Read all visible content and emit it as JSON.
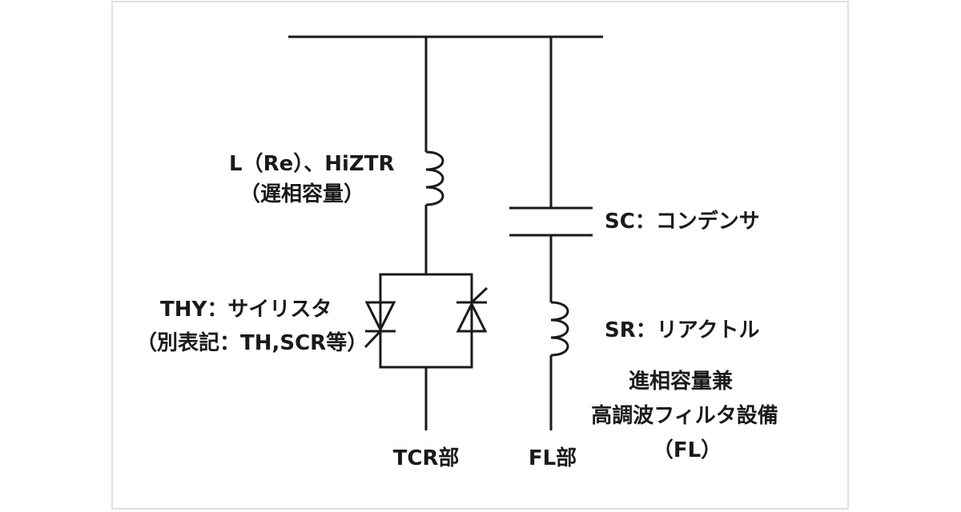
{
  "labels": {
    "reactor_line1": "L（Re）、HiZTR",
    "reactor_line2": "（遅相容量）",
    "capacitor": "SC：コンデンサ",
    "thyristor_line1": "THY：サイリスタ",
    "thyristor_line2": "（別表記：TH,SCR等）",
    "series_reactor": "SR：リアクトル",
    "fl_desc_line1": "進相容量兼",
    "fl_desc_line2": "高調波フィルタ設備",
    "fl_desc_line3": "（FL）",
    "tcr_part": "TCR部",
    "fl_part": "FL部"
  },
  "colors": {
    "line": "#1a1a1a",
    "frame": "#e0e0e0",
    "background": "#ffffff"
  }
}
